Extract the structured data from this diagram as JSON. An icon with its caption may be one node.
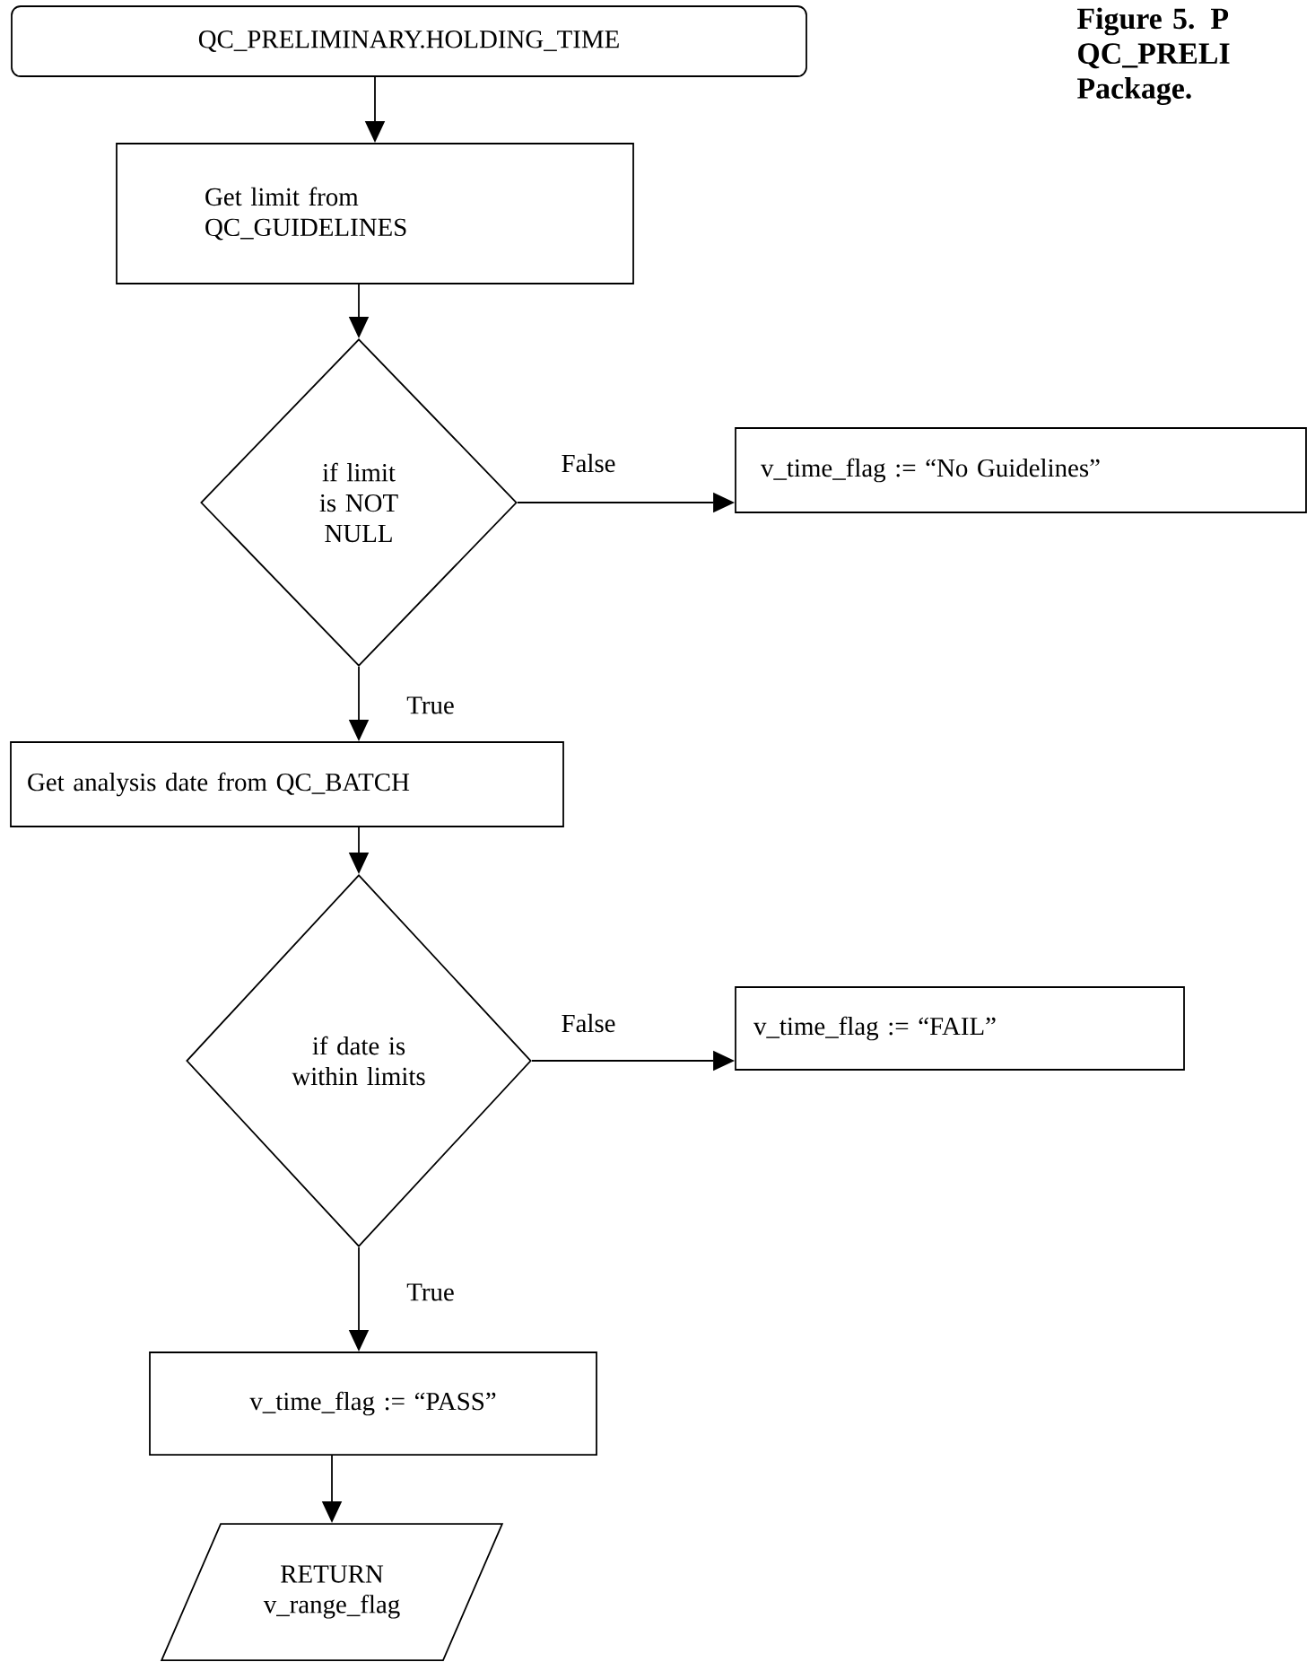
{
  "diagram": {
    "title": "Figure 5. P QC_PRELI Package.",
    "nodes": [
      {
        "text": [
          "QC_PRELIMINARY.HOLDING_TIME"
        ]
      },
      {
        "text": [
          "Get limit from QC_GUIDELINES"
        ]
      },
      {
        "text": [
          "if limit is NOT NULL"
        ]
      },
      {
        "text": [
          "v_time_flag := “No Guidelines”"
        ]
      },
      {
        "text": [
          "Get analysis date from QC_BATCH"
        ]
      },
      {
        "text": [
          "if date is within limits"
        ]
      },
      {
        "text": [
          "v_time_flag := “FAIL”"
        ]
      },
      {
        "text": [
          "v_time_flag := “PASS”"
        ]
      },
      {
        "text": [
          "RETURN v_range_flag"
        ]
      }
    ],
    "edges": [
      {
        "from": 0,
        "to": 1,
        "arrow": "to"
      },
      {
        "from": 1,
        "to": 2,
        "arrow": "to"
      },
      {
        "from": 2,
        "to": 3,
        "arrow": "to",
        "label": "False"
      },
      {
        "from": 2,
        "to": 4,
        "arrow": "to",
        "label": "True"
      },
      {
        "from": 4,
        "to": 5,
        "arrow": "to"
      },
      {
        "from": 5,
        "to": 6,
        "arrow": "to",
        "label": "False"
      },
      {
        "from": 5,
        "to": 7,
        "arrow": "to",
        "label": "True"
      },
      {
        "from": 7,
        "to": 8,
        "arrow": "to"
      }
    ]
  }
}
